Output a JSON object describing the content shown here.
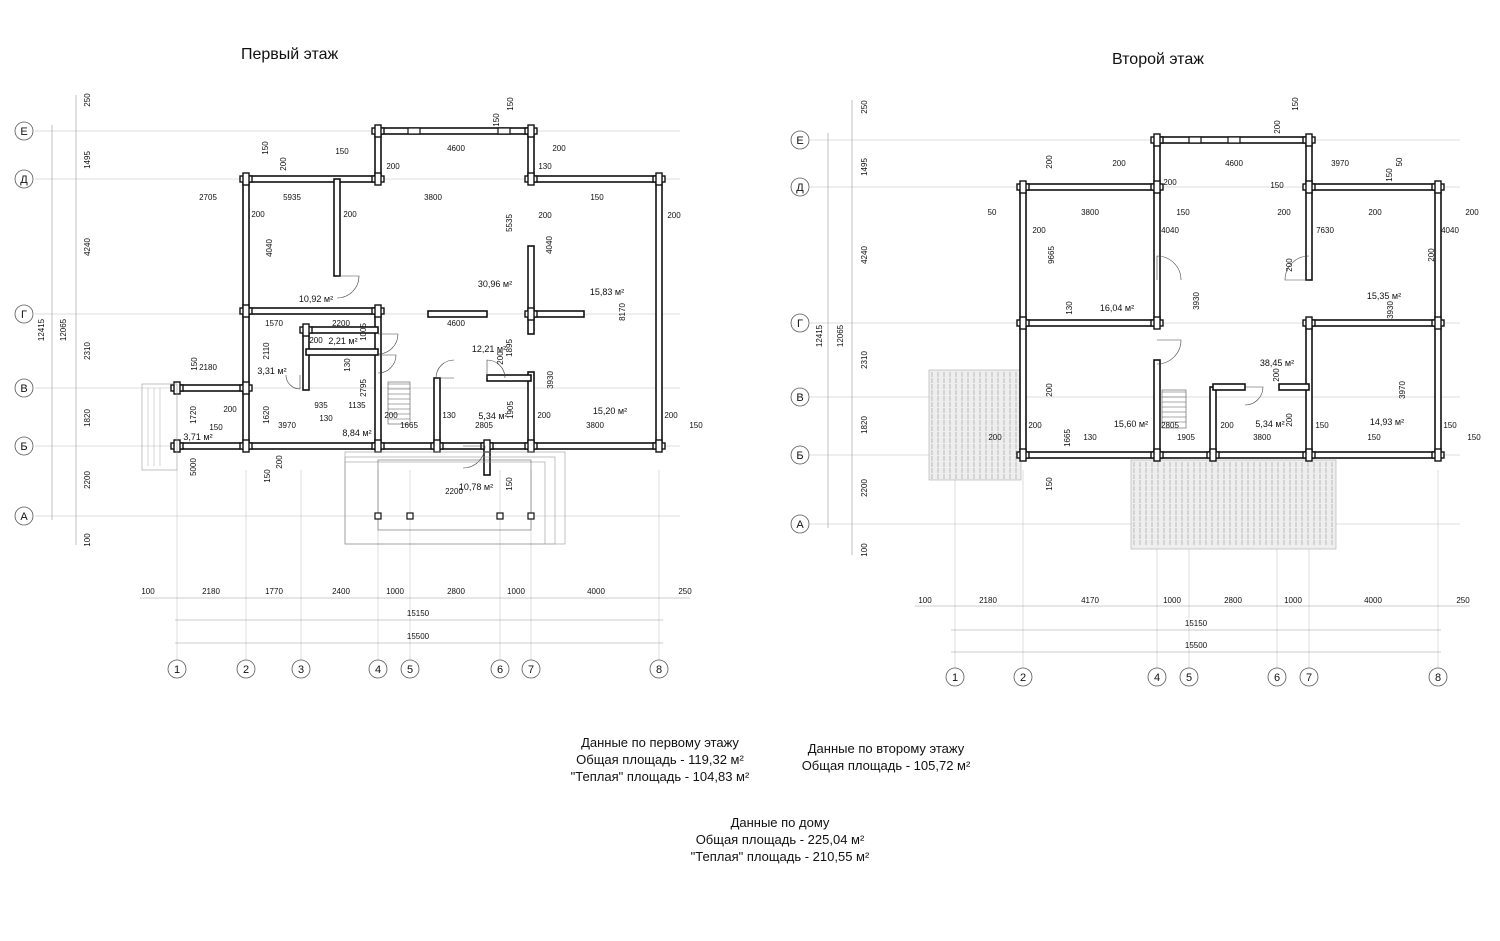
{
  "titles": {
    "first_floor": "Первый этаж",
    "second_floor": "Второй этаж"
  },
  "plan1": {
    "row_axes": [
      "Е",
      "Д",
      "Г",
      "В",
      "Б",
      "А"
    ],
    "col_axes": [
      "1",
      "2",
      "3",
      "4",
      "5",
      "6",
      "7",
      "8"
    ],
    "room_areas": [
      "10,92 м²",
      "30,96 м²",
      "15,83 м²",
      "2,21 м²",
      "12,21 м²",
      "3,31 м²",
      "8,84 м²",
      "5,34 м²",
      "15,20 м²",
      "3,71 м²",
      "10,78 м²"
    ],
    "bottom_dims": [
      "100",
      "2180",
      "1770",
      "2400",
      "1000",
      "2800",
      "1000",
      "4000",
      "250"
    ],
    "total_dims": [
      "15150",
      "15500"
    ],
    "left_dims": [
      "250",
      "1495",
      "4240",
      "2310",
      "1820",
      "2200",
      "100"
    ],
    "overall_left": [
      "12415",
      "12065"
    ],
    "inner_dims": [
      "4600",
      "150",
      "200",
      "150",
      "200",
      "150",
      "150",
      "2705",
      "5935",
      "3800",
      "150",
      "200",
      "130",
      "200",
      "5535",
      "4040",
      "200",
      "4040",
      "200",
      "200",
      "8170",
      "1570",
      "2200",
      "4600",
      "1005",
      "200",
      "2110",
      "1895",
      "200",
      "130",
      "3930",
      "2180",
      "150",
      "2795",
      "1720",
      "200",
      "935",
      "1135",
      "1620",
      "3970",
      "130",
      "200",
      "1665",
      "130",
      "2805",
      "1905",
      "200",
      "3800",
      "200",
      "150",
      "150",
      "200",
      "150",
      "5000",
      "2200",
      "150"
    ]
  },
  "plan2": {
    "row_axes": [
      "Е",
      "Д",
      "Г",
      "В",
      "Б",
      "А"
    ],
    "col_axes": [
      "1",
      "2",
      "4",
      "5",
      "6",
      "7",
      "8"
    ],
    "room_areas": [
      "16,04 м²",
      "15,35 м²",
      "38,45 м²",
      "15,60 м²",
      "5,34 м²",
      "14,93 м²"
    ],
    "bottom_dims": [
      "100",
      "2180",
      "4170",
      "1000",
      "2800",
      "1000",
      "4000",
      "250"
    ],
    "total_dims": [
      "15150",
      "15500"
    ],
    "left_dims": [
      "250",
      "1495",
      "4240",
      "2310",
      "1820",
      "2200",
      "100"
    ],
    "overall_left": [
      "12415",
      "12065"
    ],
    "inner_dims": [
      "200",
      "150",
      "4600",
      "200",
      "150",
      "200",
      "200",
      "150",
      "3970",
      "50",
      "50",
      "3800",
      "150",
      "200",
      "200",
      "200",
      "200",
      "4040",
      "7630",
      "4040",
      "9665",
      "200",
      "200",
      "3930",
      "130",
      "3930",
      "200",
      "200",
      "3970",
      "200",
      "1665",
      "130",
      "2805",
      "1905",
      "200",
      "3800",
      "200",
      "150",
      "150",
      "150",
      "200",
      "150",
      "150"
    ]
  },
  "summary": {
    "first_floor_title": "Данные по первому этажу",
    "first_floor_total": "Общая площадь - 119,32 м²",
    "first_floor_warm": "\"Теплая\" площадь - 104,83 м²",
    "second_floor_title": "Данные по второму этажу",
    "second_floor_total": "Общая площадь - 105,72 м²",
    "house_title": "Данные по дому",
    "house_total": "Общая площадь - 225,04 м²",
    "house_warm": "\"Теплая\" площадь - 210,55 м²"
  }
}
